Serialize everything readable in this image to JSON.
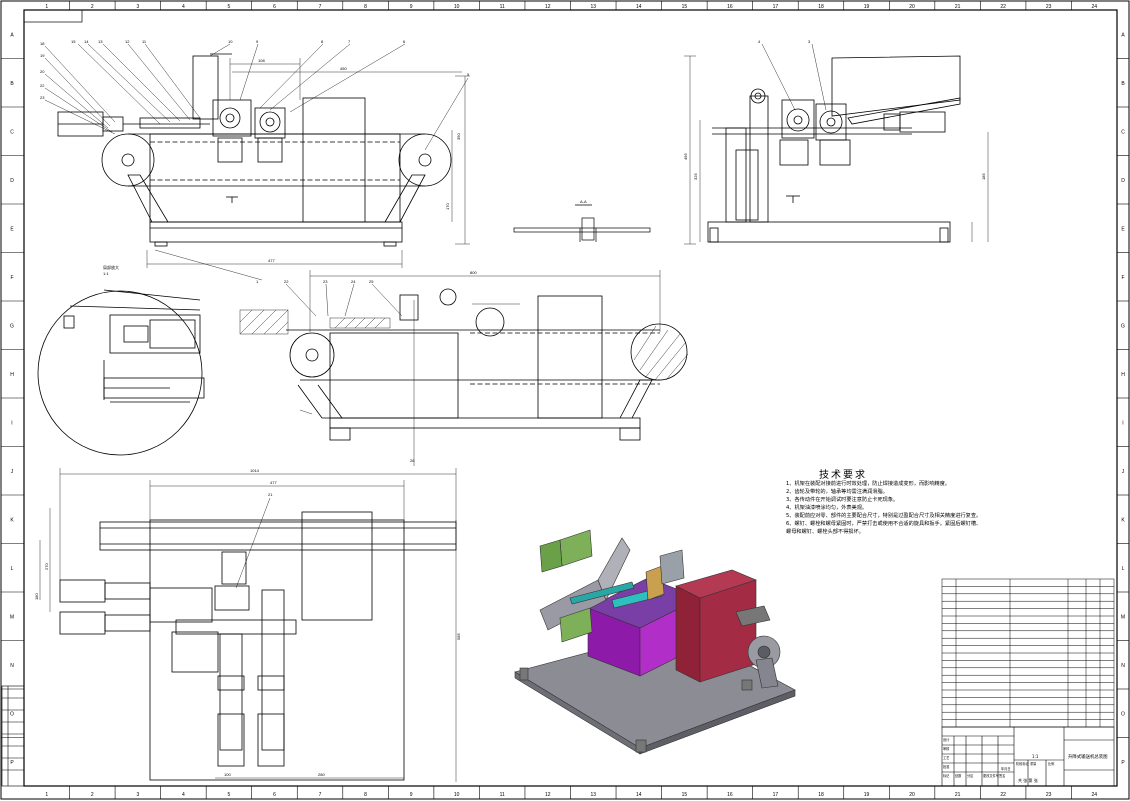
{
  "sheet": {
    "col_numbers": [
      "1",
      "2",
      "3",
      "4",
      "5",
      "6",
      "7",
      "8",
      "9",
      "10",
      "11",
      "12",
      "13",
      "14",
      "15",
      "16",
      "17",
      "18",
      "19",
      "20",
      "21",
      "22",
      "23",
      "24"
    ],
    "row_letters": [
      "A",
      "B",
      "C",
      "D",
      "E",
      "F",
      "G",
      "H",
      "I",
      "J",
      "K",
      "L",
      "M",
      "N",
      "O",
      "P"
    ]
  },
  "tech_notes": {
    "title": "技术要求",
    "lines": [
      "1、机架在装配对接前进行时效处理，防止焊接造成变形，而影响精度。",
      "2、齿轮及带轮的，轴承等均需注满润滑脂。",
      "3、各传动件在开始调试时要注意防止卡死现象。",
      "4、机架油漆喷涂均匀，外表美观。",
      "5、装配前应对零、部件的主要配合尺寸，特别是过盈配合尺寸及相关精度进行复查。",
      "6、螺钉、螺栓和螺母紧固时，严禁打击或使用不合适的旋具和扳手。紧固后螺钉槽、",
      "   螺母和螺钉、螺栓头部不得损坏。"
    ]
  },
  "section_label": "A-A",
  "detail_label": "局部放大",
  "title_block": {
    "drawing_title": "升降式输送机总装图",
    "scale": "1:1",
    "sheet_count": "共 张 第 张",
    "labels": [
      "标记",
      "处数",
      "分区",
      "更改文件号",
      "签名",
      "年月日",
      "设计",
      "审核",
      "工艺",
      "批准",
      "阶段标记",
      "重量",
      "比例"
    ]
  }
}
